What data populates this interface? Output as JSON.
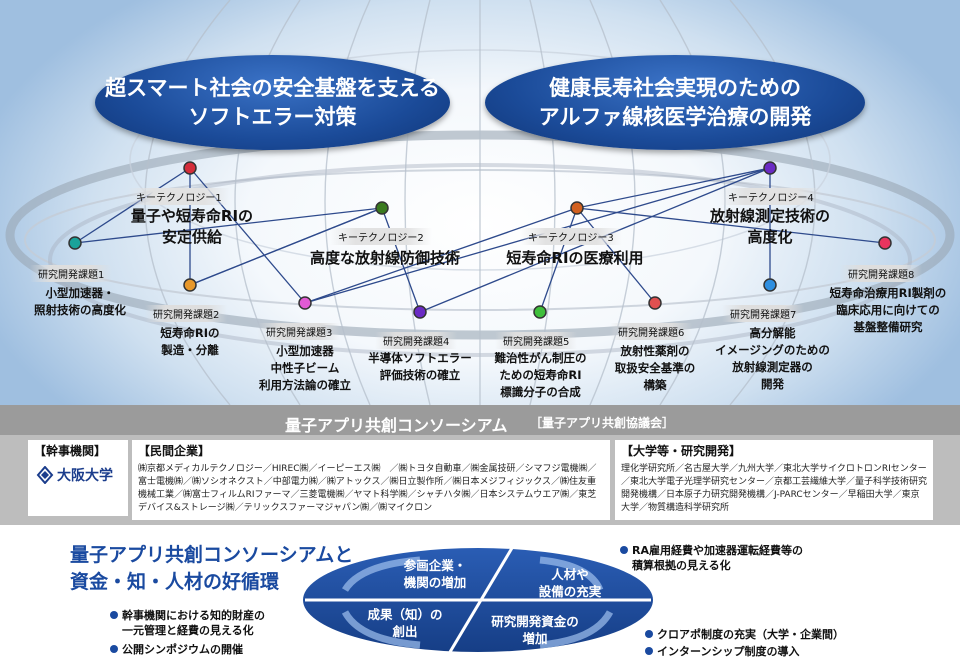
{
  "headers": {
    "left": [
      "超スマート社会の安全基盤を支える",
      "ソフトエラー対策"
    ],
    "right": [
      "健康長寿社会実現のための",
      "アルファ線核医学治療の開発"
    ]
  },
  "key_technologies": [
    {
      "label": "キーテクノロジー1",
      "title": [
        "量子や短寿命RIの",
        "安定供給"
      ]
    },
    {
      "label": "キーテクノロジー2",
      "title": [
        "高度な放射線防御技術"
      ]
    },
    {
      "label": "キーテクノロジー3",
      "title": [
        "短寿命RIの医療利用"
      ]
    },
    {
      "label": "キーテクノロジー4",
      "title": [
        "放射線測定技術の",
        "高度化"
      ]
    }
  ],
  "research_topics": [
    {
      "label": "研究開発課題1",
      "title": [
        "小型加速器・",
        "照射技術の高度化"
      ]
    },
    {
      "label": "研究開発課題2",
      "title": [
        "短寿命RIの",
        "製造・分離"
      ]
    },
    {
      "label": "研究開発課題3",
      "title": [
        "小型加速器",
        "中性子ビーム",
        "利用方法論の確立"
      ]
    },
    {
      "label": "研究開発課題4",
      "title": [
        "半導体ソフトエラー",
        "評価技術の確立"
      ]
    },
    {
      "label": "研究開発課題5",
      "title": [
        "難治性がん制圧の",
        "ための短寿命RI",
        "標識分子の合成"
      ]
    },
    {
      "label": "研究開発課題6",
      "title": [
        "放射性薬剤の",
        "取扱安全基準の",
        "構築"
      ]
    },
    {
      "label": "研究開発課題7",
      "title": [
        "高分解能",
        "イメージングのための",
        "放射線測定器の",
        "開発"
      ]
    },
    {
      "label": "研究開発課題8",
      "title": [
        "短寿命治療用RI製剤の",
        "臨床応用に向けての",
        "基盤整備研究"
      ]
    }
  ],
  "nodes_colors": {
    "red": "#d42d3a",
    "green": "#3a7a1e",
    "orange": "#d2601f",
    "purple": "#6b2bc4",
    "teal": "#1aa39a",
    "amber": "#e8982a",
    "pink": "#e25ad4",
    "lime": "#3fbf3b",
    "coral": "#e05050",
    "blue": "#2e8fe0",
    "rose": "#e8345e"
  },
  "consortium": {
    "title": "量子アプリ共創コンソーシアム",
    "subtitle": "［量子アプリ共創協議会］",
    "lead": {
      "head": "【幹事機関】",
      "org": "大阪大学"
    },
    "private": {
      "head": "【民間企業】",
      "text": "㈱京都メディカルテクノロジー／HIREC㈱／イーピーエス㈱　／㈱トヨタ自動車／㈱金属技研／シマフジ電機㈱／富士電機㈱／㈱ソシオネクスト／中部電力㈱／㈱アトックス／㈱日立製作所／㈱日本メジフィジックス／㈱住友重機械工業／㈱富士フィルムRIファーマ／三菱電機㈱／ヤマト科学㈱／シャチハタ㈱／日本システムウエア㈱／東芝デバイス&ストレージ㈱／テリックスファーマジャパン㈱／㈱マイクロン"
    },
    "academia": {
      "head": "【大学等・研究開発】",
      "text": "理化学研究所／名古屋大学／九州大学／東北大学サイクロトロンRIセンター／東北大学電子光理学研究センター／京都工芸繊維大学／量子科学技術研究開発機構／日本原子力研究開発機構／J-PARCセンター／早稲田大学／東京大学／物質構造科学研究所"
    }
  },
  "cycle": {
    "title": [
      "量子アプリ共創コンソーシアムと",
      "資金・知・人材の好循環"
    ],
    "quadrants": {
      "top_left": [
        "参画企業・",
        "機関の増加"
      ],
      "top_right": [
        "人材や",
        "設備の充実"
      ],
      "bottom_left": [
        "成果（知）の",
        "創出"
      ],
      "bottom_right": [
        "研究開発資金の",
        "増加"
      ]
    },
    "bullets_left": [
      [
        "幹事機関における知的財産の",
        "一元管理と経費の見える化"
      ],
      [
        "公開シンポジウムの開催"
      ]
    ],
    "bullets_right_top": [
      [
        "RA雇用経費や加速器運転経費等の",
        "積算根拠の見える化"
      ]
    ],
    "bullets_right_bottom": [
      [
        "クロアポ制度の充実（大学・企業間）"
      ],
      [
        "インターンシップ制度の導入"
      ]
    ]
  }
}
